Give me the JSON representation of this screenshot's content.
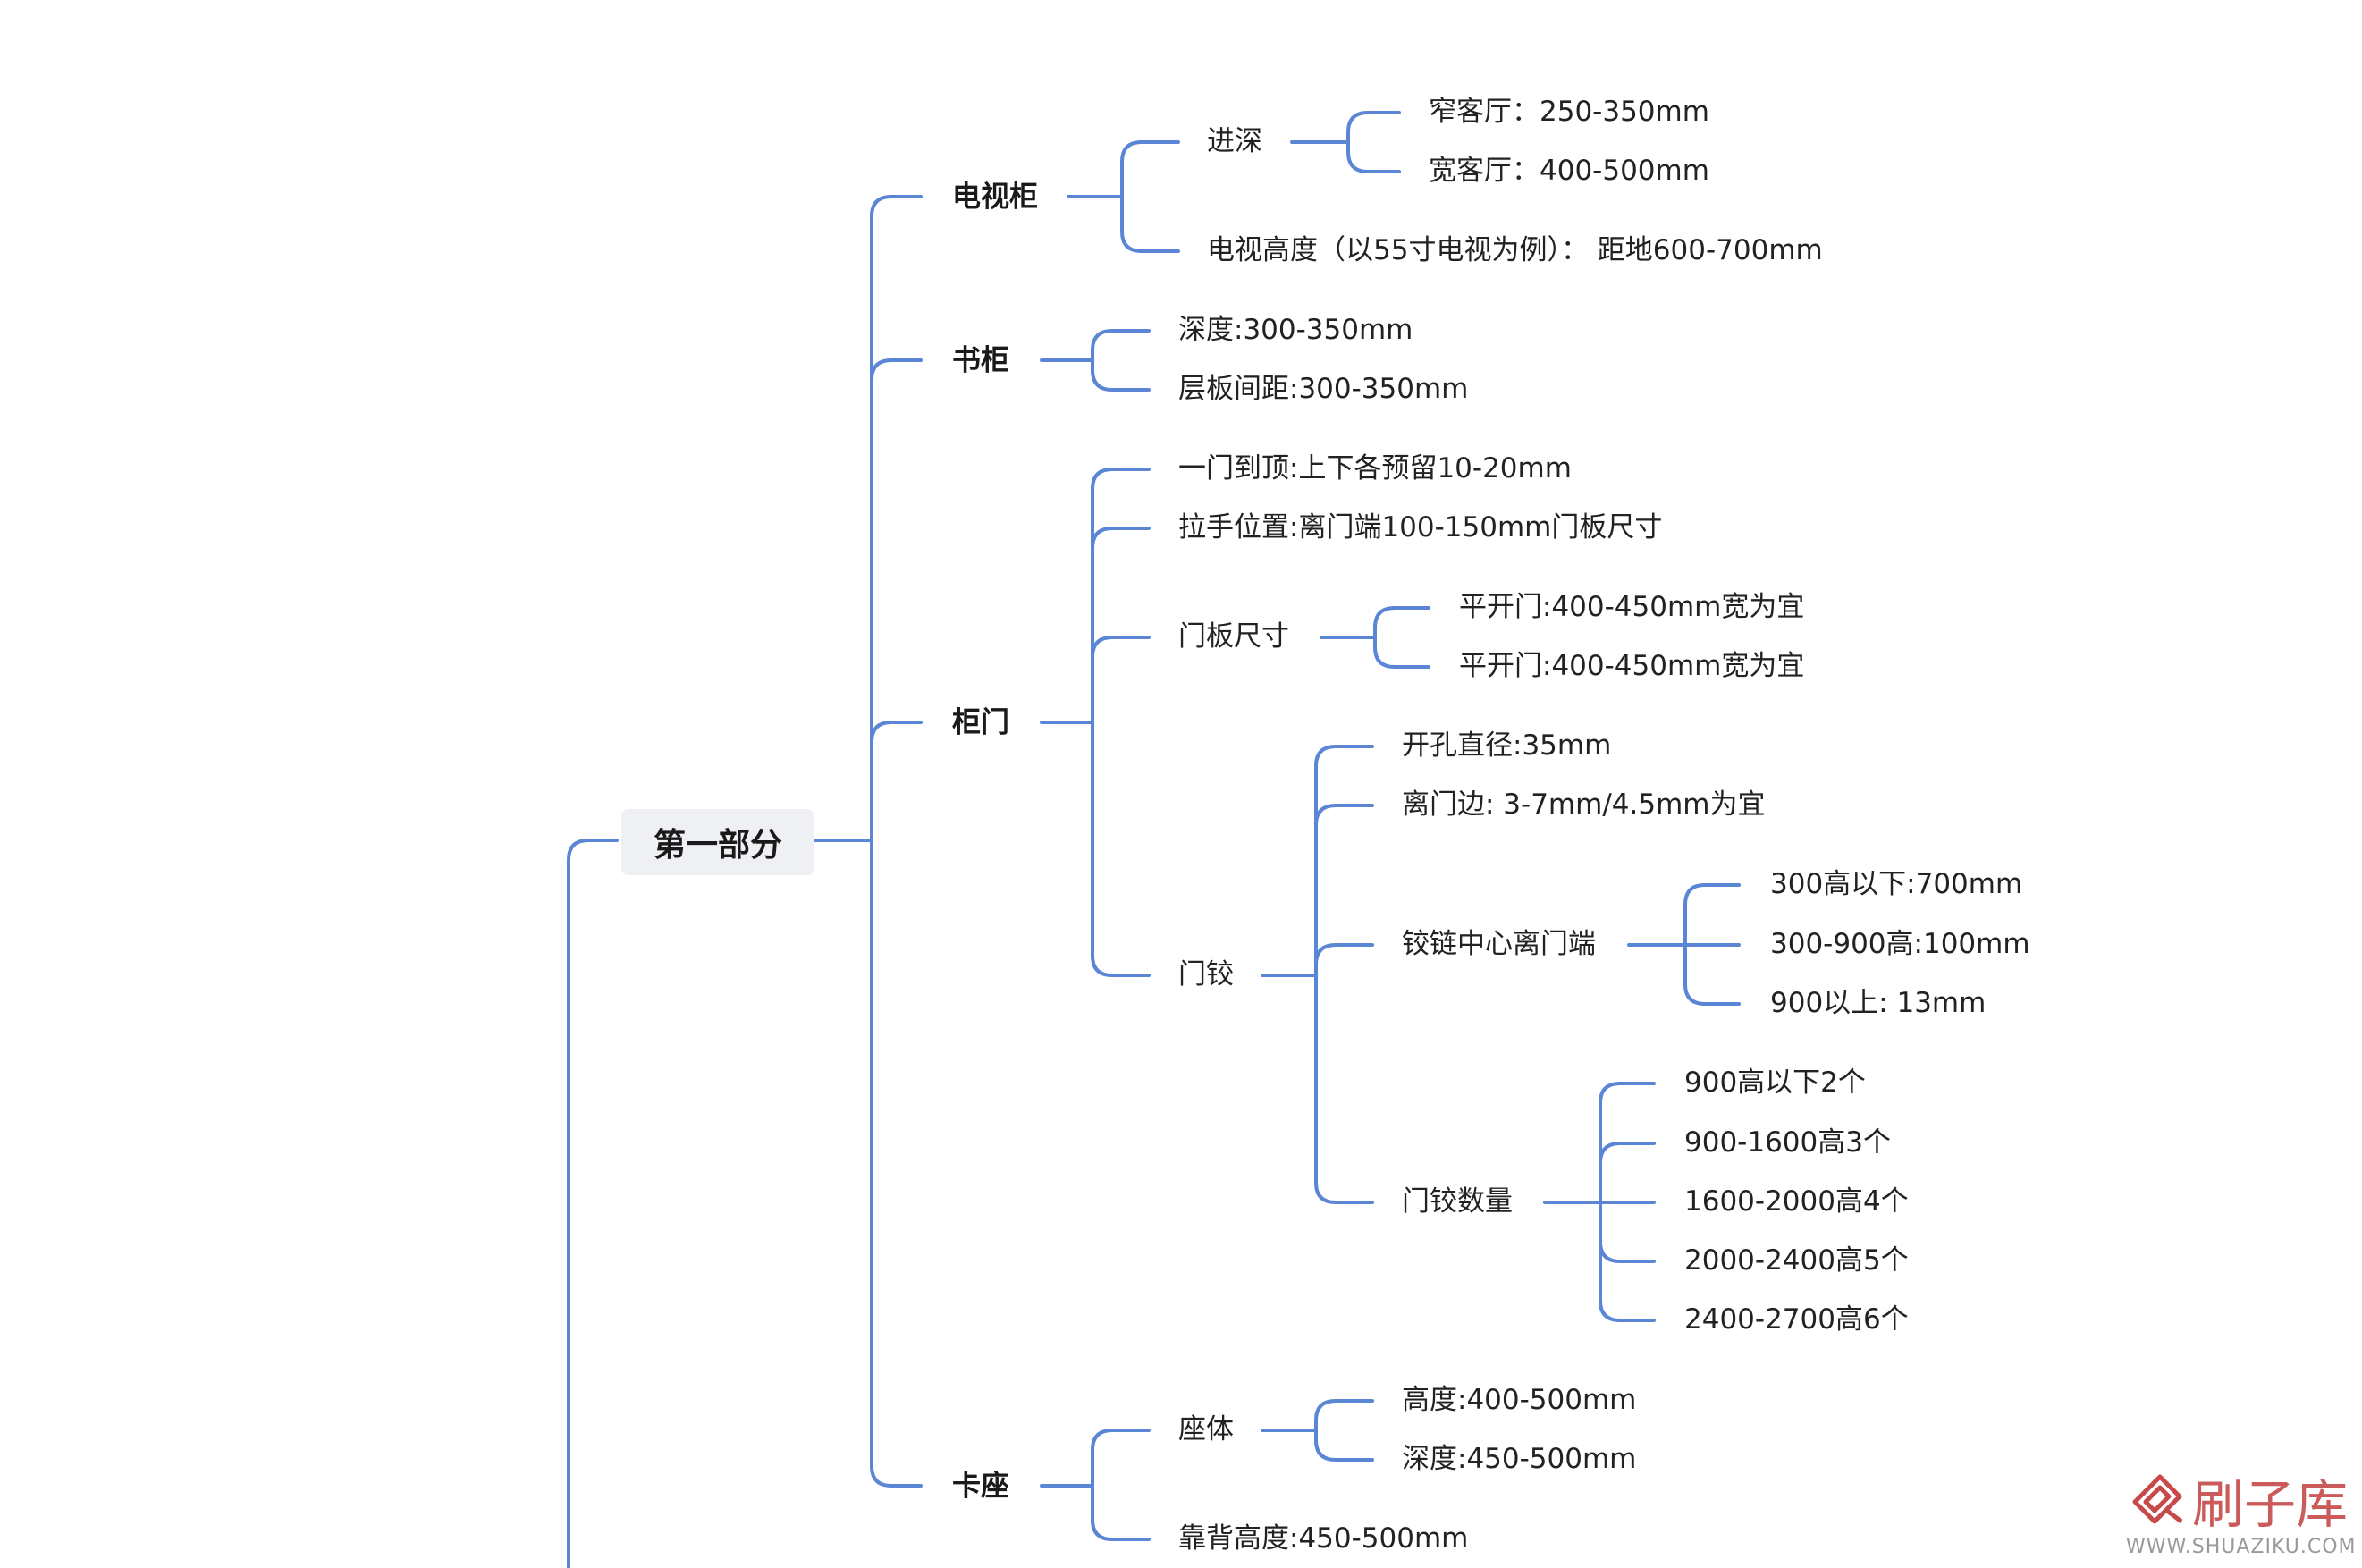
{
  "root": {
    "label": "第一部分"
  },
  "tv_cabinet": {
    "label": "电视柜",
    "depth": {
      "label": "进深",
      "narrow": "窄客厅：250-350mm",
      "wide": "宽客厅：400-500mm"
    },
    "tv_height": "电视高度（以55寸电视为例）： 距地600-700mm"
  },
  "bookcase": {
    "label": "书柜",
    "depth": "深度:300-350mm",
    "shelf_spacing": "层板间距:300-350mm"
  },
  "cabinet_door": {
    "label": "柜门",
    "door_to_top": "一门到顶:上下各预留10-20mm",
    "handle_position": "拉手位置:离门端100-150mm门板尺寸",
    "panel_size": {
      "label": "门板尺寸",
      "item1": "平开门:400-450mm宽为宜",
      "item2": "平开门:400-450mm宽为宜"
    },
    "hinge": {
      "label": "门铰",
      "hole_diameter": "开孔直径:35mm",
      "door_edge": "离门边: 3-7mm/4.5mm为宜",
      "hinge_center": {
        "label": "铰链中心离门端",
        "item1": "300高以下:700mm",
        "item2": "300-900高:100mm",
        "item3": "900以上: 13mm"
      },
      "hinge_count": {
        "label": "门铰数量",
        "items": [
          "900高以下2个",
          "900-1600高3个",
          "1600-2000高4个",
          "2000-2400高5个",
          "2400-2700高6个"
        ]
      }
    }
  },
  "booth_seat": {
    "label": "卡座",
    "seat_body": {
      "label": "座体",
      "height": "高度:400-500mm",
      "depth": "深度:450-500mm"
    },
    "backrest_height": "靠背高度:450-500mm"
  },
  "watermark": {
    "name": "刷子库",
    "url": "WWW.SHUAZIKU.COM"
  },
  "colors": {
    "edge": "#5b86d6",
    "root_bg": "#eef0f3",
    "watermark": "#c64a4a"
  }
}
